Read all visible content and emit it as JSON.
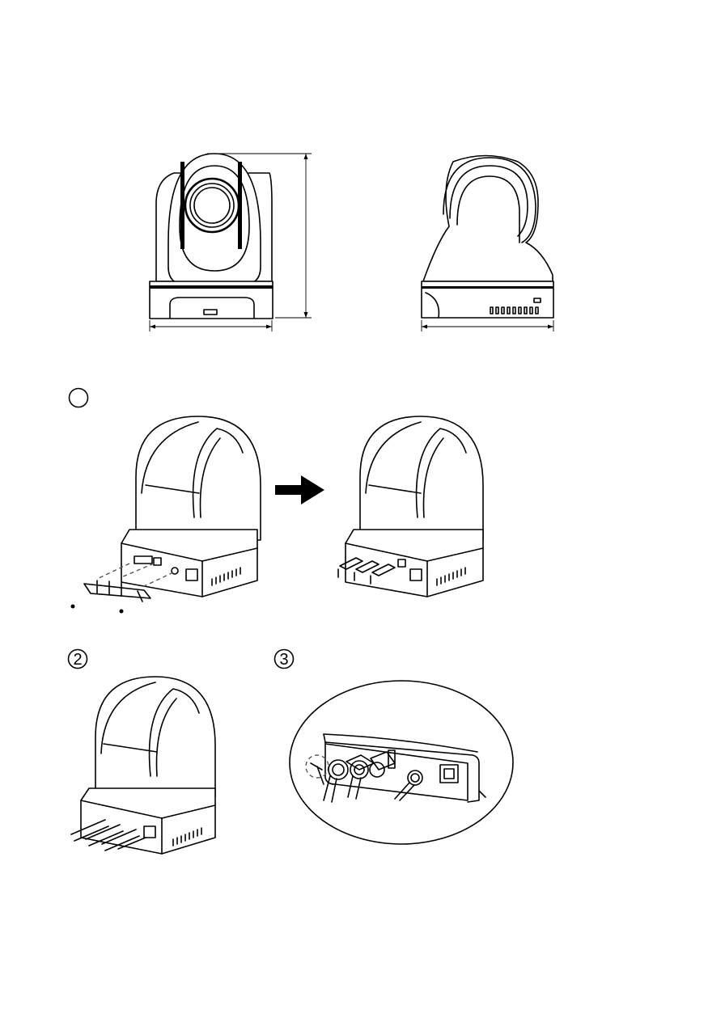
{
  "steps": [
    {
      "marker": ""
    },
    {
      "marker": "2"
    },
    {
      "marker": "3"
    }
  ],
  "icons": {
    "arrow": "right-arrow-icon",
    "step_circle": "circle-marker"
  },
  "colors": {
    "line": "#000000",
    "background": "#ffffff",
    "arrow": "#000000"
  }
}
